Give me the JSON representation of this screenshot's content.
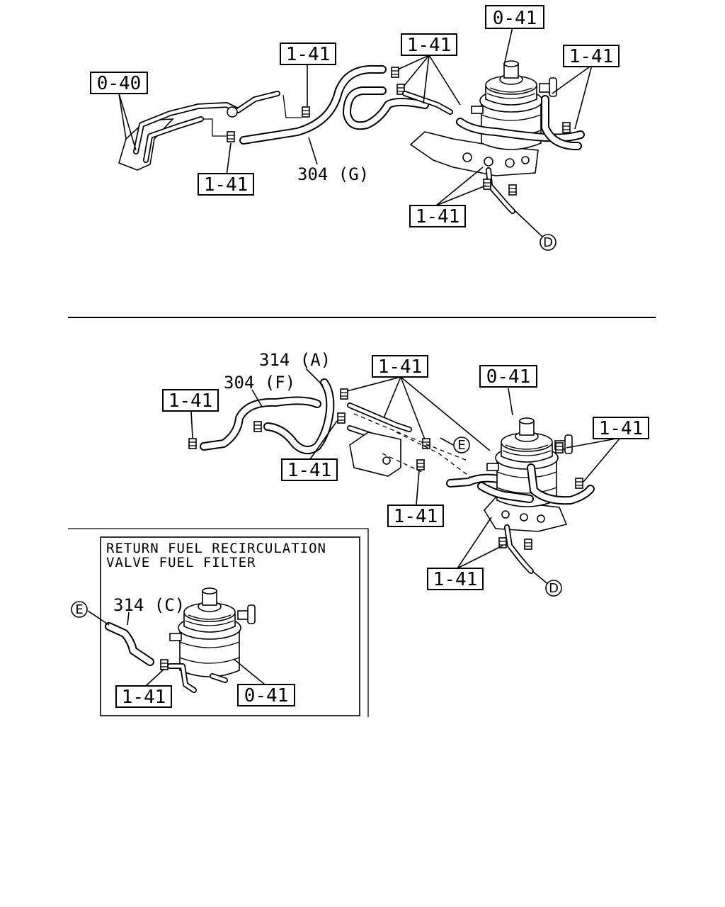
{
  "refs": {
    "top_filter": "0-41",
    "top_clamps_a": "1-41",
    "top_clamps_b": "1-41",
    "top_clamps_c": "1-41",
    "top_pipe": "0-40",
    "top_clamps_d": "1-41",
    "top_clamps_e": "1-41",
    "bot_clamps_a": "1-41",
    "bot_filter": "0-41",
    "bot_clamps_b": "1-41",
    "bot_clamps_c": "1-41",
    "bot_clamps_d": "1-41",
    "bot_clamps_e": "1-41",
    "bot_clamps_f": "1-41",
    "inset_clamp": "1-41",
    "inset_filter": "0-41"
  },
  "parts": {
    "hose_g": "304 (G)",
    "hose_a": "314 (A)",
    "hose_f": "304 (F)",
    "hose_c": "314 (C)"
  },
  "connectors": {
    "d": "D",
    "e": "E"
  },
  "inset": {
    "title_line1": "RETURN FUEL RECIRCULATION",
    "title_line2": "VALVE FUEL FILTER"
  }
}
